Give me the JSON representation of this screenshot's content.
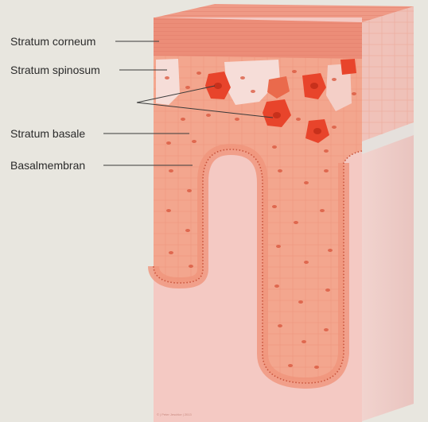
{
  "labels": {
    "corneum": "Stratum corneum",
    "spinosum": "Stratum spinosum",
    "basale": "Stratum basale",
    "membrane": "Basalmembran"
  },
  "credit": "© | Peter Jeschke | 2013",
  "colors": {
    "background": "#e8e6df",
    "block_face": "#f3c5bf",
    "block_side": "#efcbc6",
    "corneum": "#ec8d78",
    "epithelium": "#f3a68e",
    "basal_cell": "#f0957c",
    "nucleus": "#d9543a",
    "highlight_cell": "#e8442b",
    "leader_line": "#3a3a3a"
  }
}
